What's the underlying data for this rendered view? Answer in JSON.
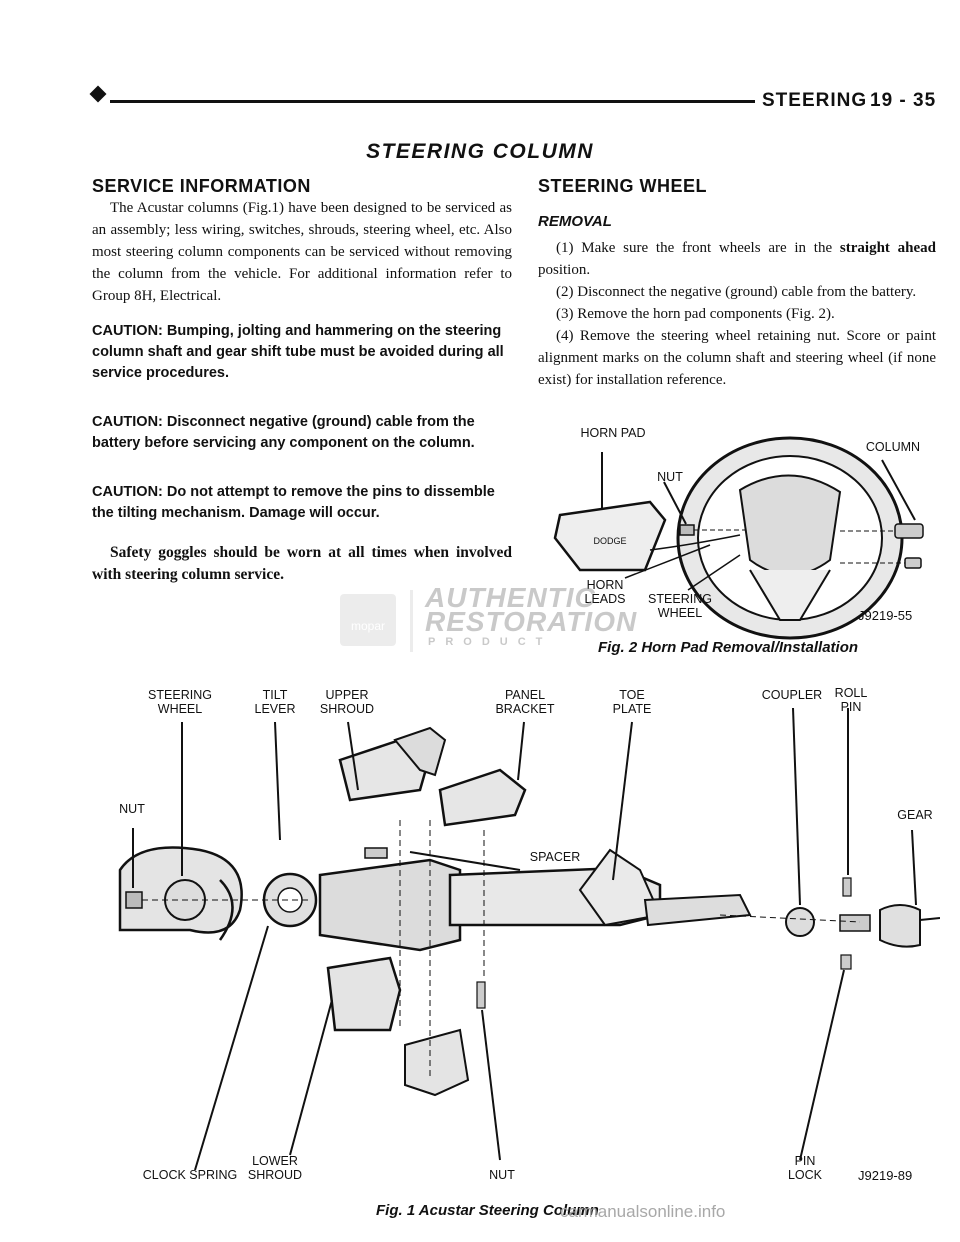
{
  "header": {
    "section": "STEERING",
    "page_number": "19 - 35"
  },
  "chapter_title": "STEERING COLUMN",
  "left_column": {
    "heading": "SERVICE INFORMATION",
    "paragraph": "The Acustar columns (Fig.1) have been designed to be serviced as an assembly; less wiring, switches, shrouds, steering wheel, etc. Also most steering column components can be serviced without removing the column from the vehicle. For additional information refer to Group 8H, Electrical.",
    "caution_1": "CAUTION: Bumping, jolting and hammering on the steering column shaft and gear shift tube must be avoided during all service procedures.",
    "caution_2": "CAUTION: Disconnect negative (ground) cable from the battery before servicing any component on the column.",
    "caution_3": "CAUTION: Do not attempt to remove the pins to dissemble the tilting mechanism. Damage will occur.",
    "safety_note": "Safety goggles should be worn at all times when involved with steering column service."
  },
  "right_column": {
    "heading": "STEERING WHEEL",
    "subheading": "REMOVAL",
    "step_1_pre": "(1) Make sure the front wheels are in the ",
    "step_1_bold": "straight ahead",
    "step_1_post": " position.",
    "step_2": "(2) Disconnect the negative (ground) cable from the battery.",
    "step_3": "(3) Remove the horn pad components (Fig. 2).",
    "step_4": "(4) Remove the steering wheel retaining nut. Score or paint alignment marks on the column shaft and steering wheel (if none exist) for installation reference."
  },
  "fig2": {
    "labels": {
      "horn_pad": "HORN PAD",
      "nut": "NUT",
      "column": "COLUMN",
      "horn_leads_1": "HORN",
      "horn_leads_2": "LEADS",
      "steering_wheel_1": "STEERING",
      "steering_wheel_2": "WHEEL",
      "pad_logo": "DODGE"
    },
    "code": "J9219-55",
    "caption": "Fig. 2 Horn Pad Removal/Installation"
  },
  "fig1": {
    "labels": {
      "steering_wheel_1": "STEERING",
      "steering_wheel_2": "WHEEL",
      "tilt_lever_1": "TILT",
      "tilt_lever_2": "LEVER",
      "upper_shroud_1": "UPPER",
      "upper_shroud_2": "SHROUD",
      "panel_bracket_1": "PANEL",
      "panel_bracket_2": "BRACKET",
      "toe_plate_1": "TOE",
      "toe_plate_2": "PLATE",
      "coupler": "COUPLER",
      "roll_pin_1": "ROLL",
      "roll_pin_2": "PIN",
      "nut_left": "NUT",
      "gear": "GEAR",
      "spacer": "SPACER",
      "clock_spring": "CLOCK SPRING",
      "lower_shroud_1": "LOWER",
      "lower_shroud_2": "SHROUD",
      "nut_bottom": "NUT",
      "pin_lock_1": "PIN",
      "pin_lock_2": "LOCK"
    },
    "code": "J9219-89",
    "caption": "Fig. 1 Acustar Steering Column"
  },
  "watermark": {
    "brand": "mopar",
    "line1": "AUTHENTIC",
    "line2": "RESTORATION",
    "line3": "PRODUCT"
  },
  "site_watermark": "carmanualsonline.info",
  "colors": {
    "ink": "#111111",
    "watermark": "#a8a8a8"
  }
}
